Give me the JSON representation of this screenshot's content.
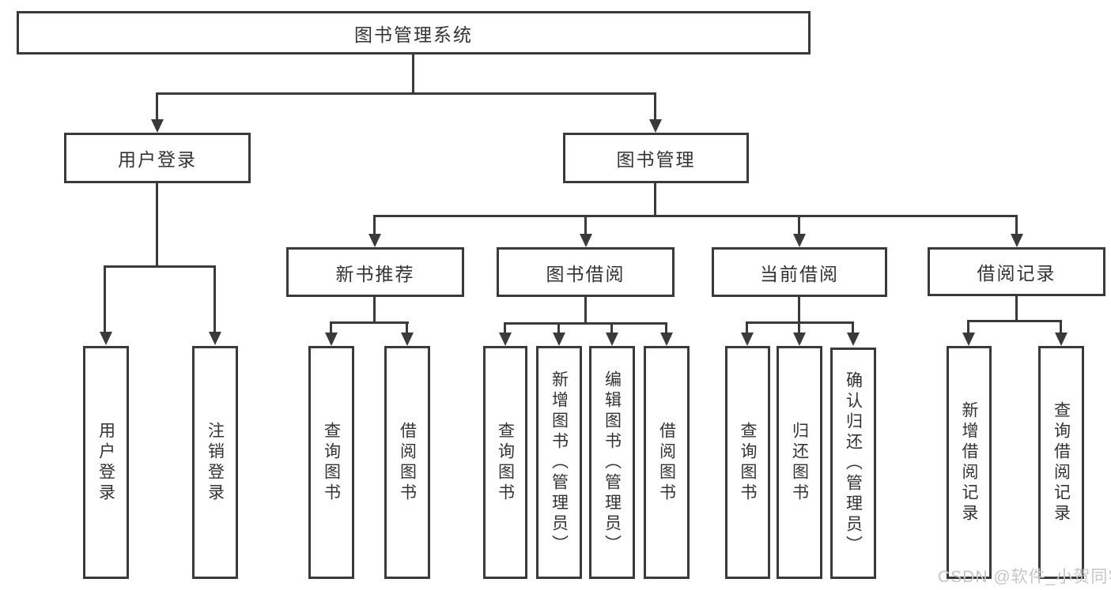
{
  "diagram": {
    "root": "图书管理系统",
    "level2": [
      "用户登录",
      "图书管理"
    ],
    "level3": [
      "新书推荐",
      "图书借阅",
      "当前借阅",
      "借阅记录"
    ],
    "leaves": [
      "用户登录",
      "注销登录",
      "查询图书",
      "借阅图书",
      "查询图书",
      "新增图书（管理员）",
      "编辑图书（管理员）",
      "借阅图书",
      "查询图书",
      "归还图书",
      "确认归还（管理员）",
      "新增借阅记录",
      "查询借阅记录"
    ]
  },
  "watermark": "CSDN @软件_小贺同学",
  "colors": {
    "line": "#3a3a3a",
    "text": "#333333",
    "background": "#ffffff",
    "watermark": "#c5c5c5"
  }
}
